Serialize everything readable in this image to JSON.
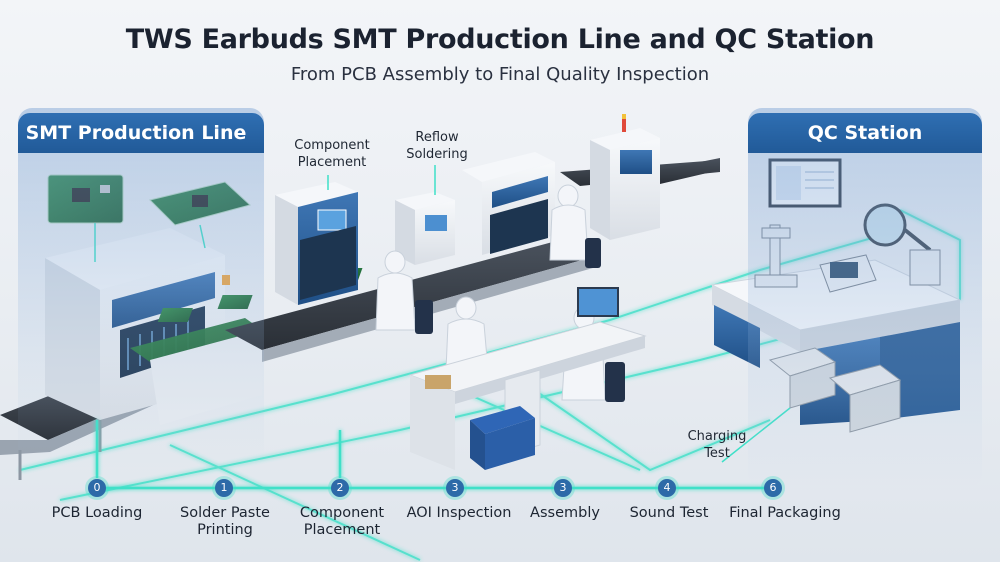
{
  "header": {
    "title": "TWS Earbuds SMT Production Line and QC Station",
    "subtitle": "From PCB Assembly to Final Quality Inspection"
  },
  "panels": {
    "left_title": "SMT Production Line",
    "right_title": "QC Station"
  },
  "callouts": {
    "component_placement": [
      "Component",
      "Placement"
    ],
    "reflow_soldering": [
      "Reflow",
      "Soldering"
    ],
    "charging_test": [
      "Charging",
      "Test"
    ]
  },
  "steps": [
    {
      "num": "0",
      "label": [
        "PCB Loading"
      ]
    },
    {
      "num": "1",
      "label": [
        "Solder Paste",
        "Printing"
      ]
    },
    {
      "num": "2",
      "label": [
        "Component",
        "Placement"
      ]
    },
    {
      "num": "3",
      "label": [
        "AOI Inspection"
      ]
    },
    {
      "num": "3",
      "label": [
        "Assembly"
      ]
    },
    {
      "num": "4",
      "label": [
        "Sound Test"
      ]
    },
    {
      "num": "6",
      "label": [
        "Final Packaging"
      ]
    }
  ],
  "colors": {
    "accent_blue": "#2d6aa8",
    "flow_glow": "#3fe0c8",
    "machine_body": "#eef1f5",
    "screen": "#3f86c9"
  }
}
